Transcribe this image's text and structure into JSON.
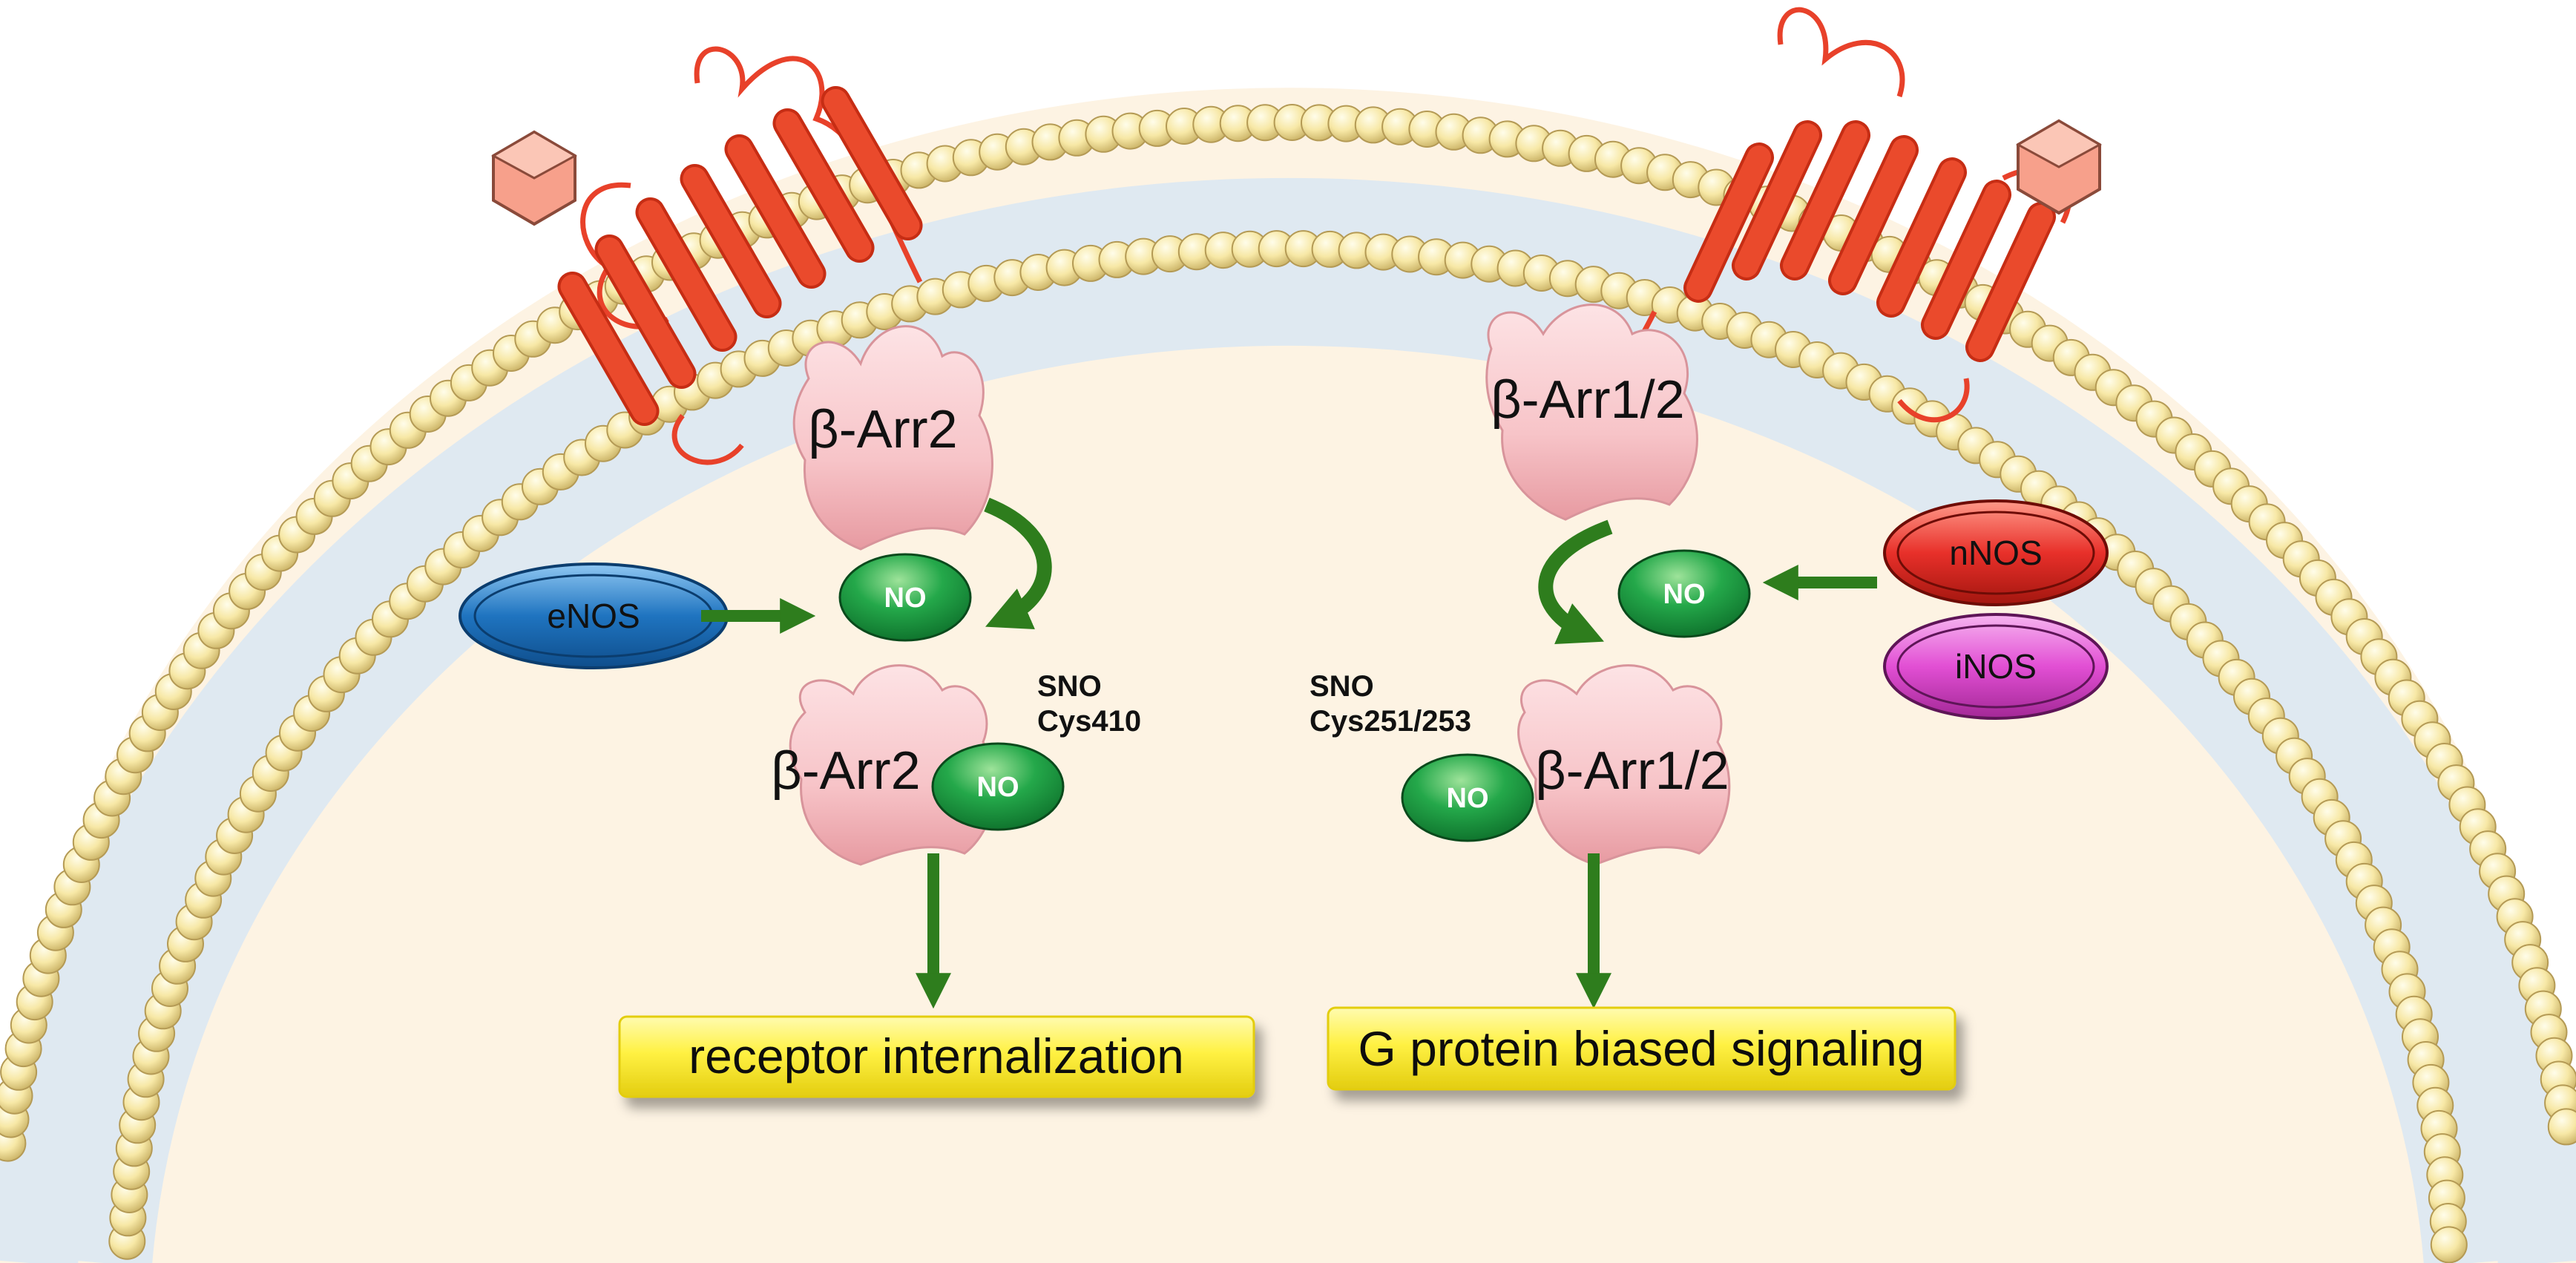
{
  "left_pathway": {
    "arrestin_top": "β-Arr2",
    "enzyme": "eNOS",
    "no_free": "NO",
    "site_line1": "SNO",
    "site_line2": "Cys410",
    "arrestin_modified": "β-Arr2",
    "no_bound": "NO",
    "outcome": "receptor internalization"
  },
  "right_pathway": {
    "arrestin_top": "β-Arr1/2",
    "enzyme_1": "nNOS",
    "enzyme_2": "iNOS",
    "no_free": "NO",
    "site_line1": "SNO",
    "site_line2": "Cys251/253",
    "arrestin_modified": "β-Arr1/2",
    "no_bound": "NO",
    "outcome": "G protein biased signaling"
  },
  "colors": {
    "cytoplasm": "#fdf3e3",
    "membrane_core": "#dfe9f1",
    "lipid_head": "#f7e8a6",
    "receptor": "#ea4a2c",
    "arrestin": "#f7c4c8",
    "no_oval": "#1d9e43",
    "enos": "#1f74c0",
    "nnos": "#e8302a",
    "inos": "#e24fd4",
    "arrow": "#2e7d1d",
    "outcome_box": "#fff143",
    "ligand": "#f7a08b"
  }
}
